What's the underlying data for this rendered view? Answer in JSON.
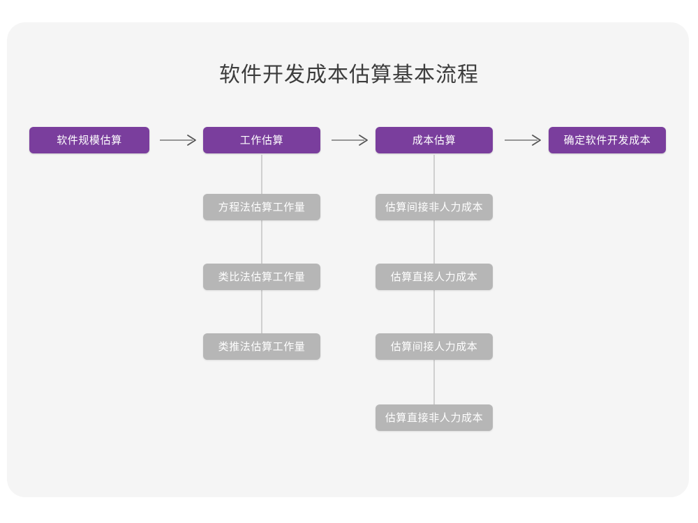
{
  "diagram": {
    "title": "软件开发成本估算基本流程",
    "type": "flowchart",
    "colors": {
      "canvas": "#ffffff",
      "card": "#f5f5f5",
      "primary_node": "#7a3e9d",
      "sub_node": "#b6b6b6",
      "node_text": "#ffffff",
      "title_text": "#3c3c3c",
      "connector": "#cfcfcf",
      "arrow": "#777777"
    },
    "stages": [
      {
        "id": "stage-1",
        "label": "软件规模估算",
        "sub_steps": []
      },
      {
        "id": "stage-2",
        "label": "工作估算",
        "sub_steps": [
          {
            "label": "方程法估算工作量"
          },
          {
            "label": "类比法估算工作量"
          },
          {
            "label": "类推法估算工作量"
          }
        ]
      },
      {
        "id": "stage-3",
        "label": "成本估算",
        "sub_steps": [
          {
            "label": "估算间接非人力成本"
          },
          {
            "label": "估算直接人力成本"
          },
          {
            "label": "估算间接人力成本"
          },
          {
            "label": "估算直接非人力成本"
          }
        ]
      },
      {
        "id": "stage-4",
        "label": "确定软件开发成本",
        "sub_steps": []
      }
    ],
    "connectors": [
      {
        "from": "stage-1",
        "to": "stage-2",
        "kind": "arrow-right"
      },
      {
        "from": "stage-2",
        "to": "stage-3",
        "kind": "arrow-right"
      },
      {
        "from": "stage-3",
        "to": "stage-4",
        "kind": "arrow-right"
      }
    ]
  }
}
